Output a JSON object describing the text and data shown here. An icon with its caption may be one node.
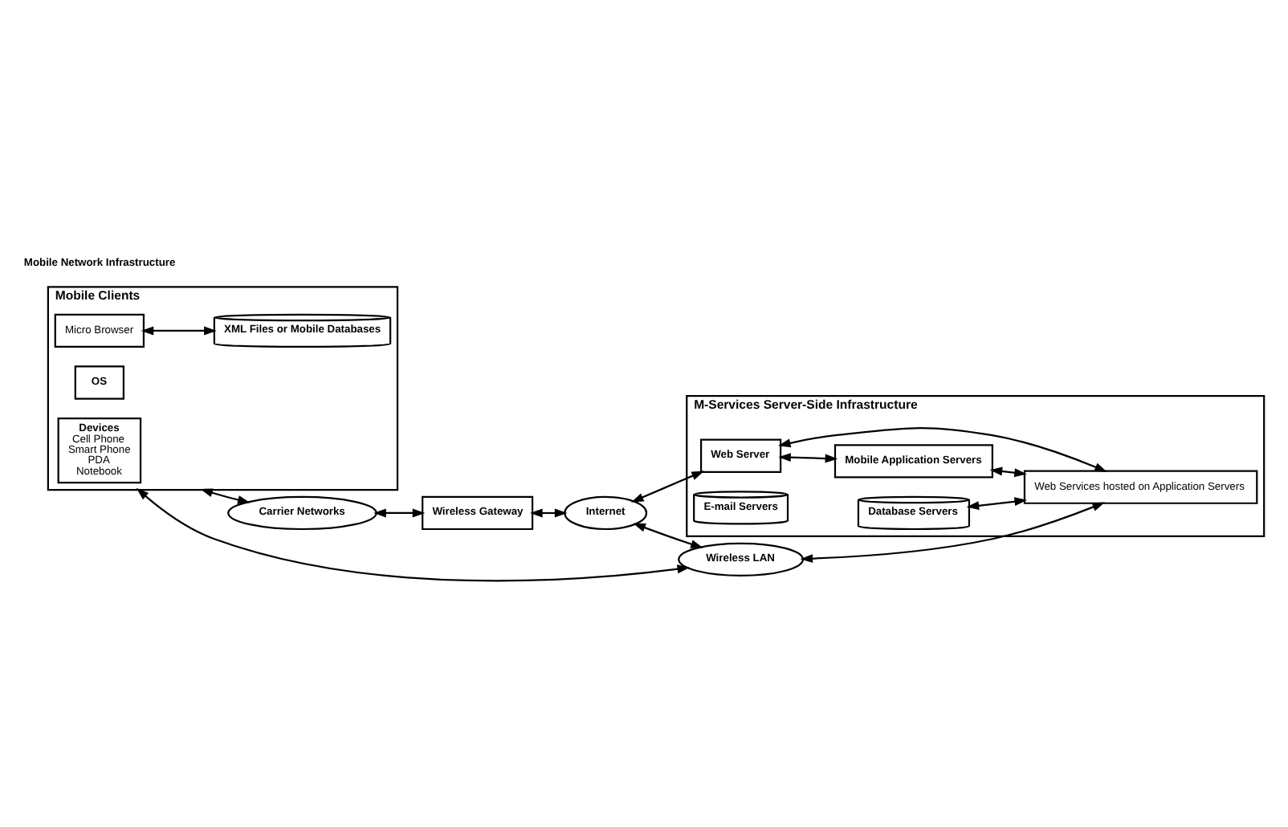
{
  "diagram": {
    "nodes": [
      {
        "text": [
          "Mobile Clients"
        ]
      },
      {
        "text": [
          "Devices",
          "Cell Phone",
          "Smart Phone",
          "PDA",
          "Notebook"
        ],
        "in": 0
      },
      {
        "text": [
          "OS"
        ],
        "in": 0
      },
      {
        "text": [
          "Micro Browser"
        ],
        "in": 0
      },
      {
        "text": [
          "XML Files or Mobile Databases"
        ],
        "in": 0
      },
      {
        "text": [
          "Carrier Networks"
        ]
      },
      {
        "text": [
          "Wireless Gateway"
        ]
      },
      {
        "text": [
          "Internet"
        ]
      },
      {
        "text": [
          "Wireless LAN"
        ]
      },
      {
        "text": [
          "M-Services Server-Side Infrastructure"
        ]
      },
      {
        "text": [
          "Web Server"
        ],
        "in": 9
      },
      {
        "text": [
          "Mobile Application Servers"
        ],
        "in": 9
      },
      {
        "text": [
          "E-mail Servers"
        ],
        "in": 9
      },
      {
        "text": [
          "Database Servers"
        ],
        "in": 9
      },
      {
        "text": [
          "Web Services hosted on Application Servers"
        ],
        "in": 9
      }
    ],
    "edges": [
      {
        "from": 0,
        "to": 5,
        "arrow": "both"
      },
      {
        "from": 5,
        "to": 6,
        "arrow": "both"
      },
      {
        "from": 6,
        "to": 7,
        "arrow": "both"
      },
      {
        "from": 7,
        "to": 10,
        "arrow": "both"
      },
      {
        "from": 7,
        "to": 8,
        "arrow": "both"
      },
      {
        "from": 0,
        "to": 8,
        "arrow": "both"
      },
      {
        "from": 8,
        "to": 14,
        "arrow": "both"
      },
      {
        "from": 3,
        "to": 4,
        "arrow": "both"
      },
      {
        "from": 10,
        "to": 11,
        "arrow": "both"
      },
      {
        "from": 10,
        "to": 14,
        "arrow": "both"
      },
      {
        "from": 11,
        "to": 14,
        "arrow": "both"
      },
      {
        "from": 13,
        "to": 14,
        "arrow": "both"
      }
    ],
    "labels": [
      "Mobile Network Infrastructure"
    ]
  }
}
